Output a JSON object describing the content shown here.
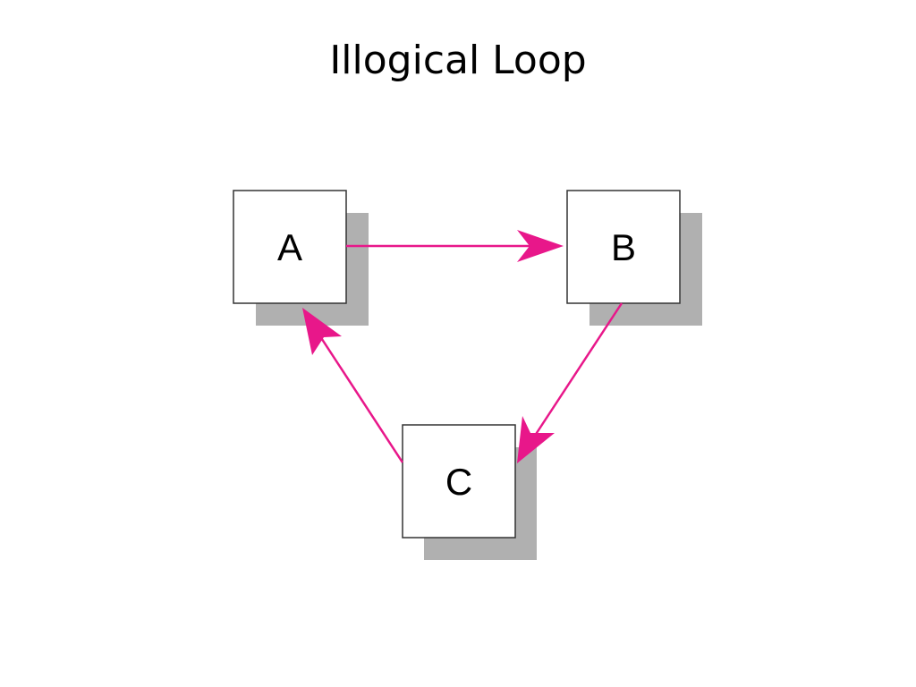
{
  "slide": {
    "title": "Illogical Loop"
  },
  "diagram": {
    "nodes": [
      {
        "id": "A",
        "label": "A"
      },
      {
        "id": "B",
        "label": "B"
      },
      {
        "id": "C",
        "label": "C"
      }
    ],
    "edges": [
      {
        "from": "A",
        "to": "B"
      },
      {
        "from": "B",
        "to": "C"
      },
      {
        "from": "C",
        "to": "A"
      }
    ],
    "colors": {
      "arrow": "#e8178a",
      "shadow": "#b0b0b0",
      "box_border": "#333333",
      "box_fill": "#ffffff"
    }
  }
}
